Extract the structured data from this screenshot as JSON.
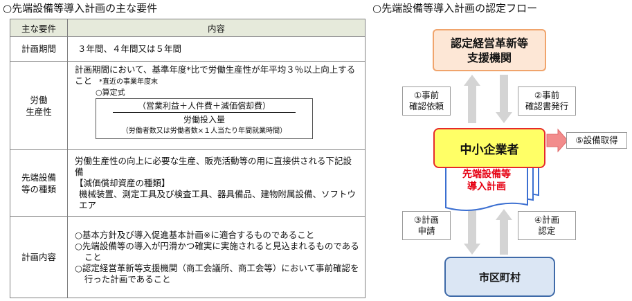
{
  "left_title": "○先端設備等導入計画の主な要件",
  "right_title": "○先端設備等導入計画の認定フロー",
  "table": {
    "header": {
      "key": "主な要件",
      "content": "内容"
    },
    "rows": {
      "period": {
        "key": "計画期間",
        "text": "３年間、４年間又は５年間"
      },
      "productivity": {
        "key_line1": "労働",
        "key_line2": "生産性",
        "text": "計画期間において、基準年度*比で労働生産性が年平均３％以上向上すること",
        "note": "*直近の事業年度末",
        "formula_caption": "○算定式",
        "numerator": "（営業利益＋人件費＋減価償却費）",
        "denominator": "労働投入量",
        "sub": "（労働者数又は労働者数×１人当たり年間就業時間）"
      },
      "equipment": {
        "key_line1": "先端設備",
        "key_line2": "等の種類",
        "text": "労働生産性の向上に必要な生産、販売活動等の用に直接供される下記設備",
        "category": "【減価償却資産の種類】",
        "items": "機械装置、測定工具及び検査工具、器具備品、建物附属設備、ソフトウエア"
      },
      "content": {
        "key": "計画内容",
        "item1": "○基本方針及び導入促進基本計画※に適合するものであること",
        "item2": "○先端設備等の導入が円滑かつ確実に実施されると見込まれるものであること",
        "item3": "○認定経営革新等支援機関（商工会議所、商工会等）において事前確認を行った計画であること"
      }
    }
  },
  "flow": {
    "org_line1": "認定経営革新等",
    "org_line2": "支援機関",
    "sme": "中小企業者",
    "plan_line1": "先端設備等",
    "plan_line2": "導入計画",
    "city": "市区町村",
    "step1_line1": "①事前",
    "step1_line2": "確認依頼",
    "step2_line1": "②事前",
    "step2_line2": "確認書発行",
    "step3_line1": "③計画",
    "step3_line2": "申請",
    "step4_line1": "④計画",
    "step4_line2": "認定",
    "step5": "⑤設備取得",
    "colors": {
      "org_border": "#f0a46c",
      "org_fill": "#fde7d6",
      "sme_border": "#e62a2a",
      "sme_fill": "#ffff66",
      "city_border": "#3f6aa8",
      "city_fill": "#dbe6f4",
      "plan_text": "#e60012",
      "doc_border": "#3b6fd1",
      "arrow_gray": "#d4d4d4",
      "arrow_red": "#f28c8c"
    }
  }
}
